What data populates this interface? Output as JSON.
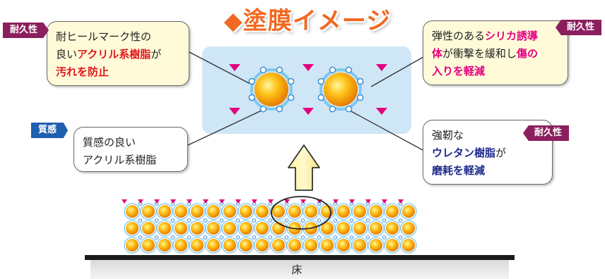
{
  "title": "◆塗膜イメージ",
  "floor_label": "床",
  "callouts": {
    "top_left": {
      "tag": "耐久性",
      "lines": [
        [
          {
            "t": "耐ヒールマーク性の",
            "s": ""
          }
        ],
        [
          {
            "t": "良い",
            "s": ""
          },
          {
            "t": "アクリル系樹脂",
            "s": "red"
          },
          {
            "t": "が",
            "s": ""
          }
        ],
        [
          {
            "t": "汚れを防止",
            "s": "red"
          }
        ]
      ]
    },
    "top_right": {
      "tag": "耐久性",
      "lines": [
        [
          {
            "t": "弾性のある",
            "s": ""
          },
          {
            "t": "シリカ誘導",
            "s": "pink"
          }
        ],
        [
          {
            "t": "体",
            "s": "pink"
          },
          {
            "t": "が衝撃を緩和し",
            "s": ""
          },
          {
            "t": "傷の",
            "s": "pink"
          }
        ],
        [
          {
            "t": "入りを軽減",
            "s": "pink"
          }
        ]
      ]
    },
    "mid_left": {
      "tag": "質感",
      "lines": [
        [
          {
            "t": "質感の良い",
            "s": ""
          }
        ],
        [
          {
            "t": "アクリル系樹脂",
            "s": ""
          }
        ]
      ]
    },
    "mid_right": {
      "tag": "耐久性",
      "lines": [
        [
          {
            "t": "強靭な",
            "s": ""
          }
        ],
        [
          {
            "t": "ウレタン樹脂",
            "s": "navy"
          },
          {
            "t": "が",
            "s": ""
          }
        ],
        [
          {
            "t": "磨耗を軽減",
            "s": "navy"
          }
        ]
      ]
    }
  },
  "colors": {
    "title": "#f06a23",
    "purple_tag": "#8b1f5e",
    "blue_tag": "#1f5fb0",
    "panel": "#cfe6f7",
    "particle": "#f6a81b",
    "triangle": "#e4007f",
    "floor": "#1a1a1a"
  }
}
